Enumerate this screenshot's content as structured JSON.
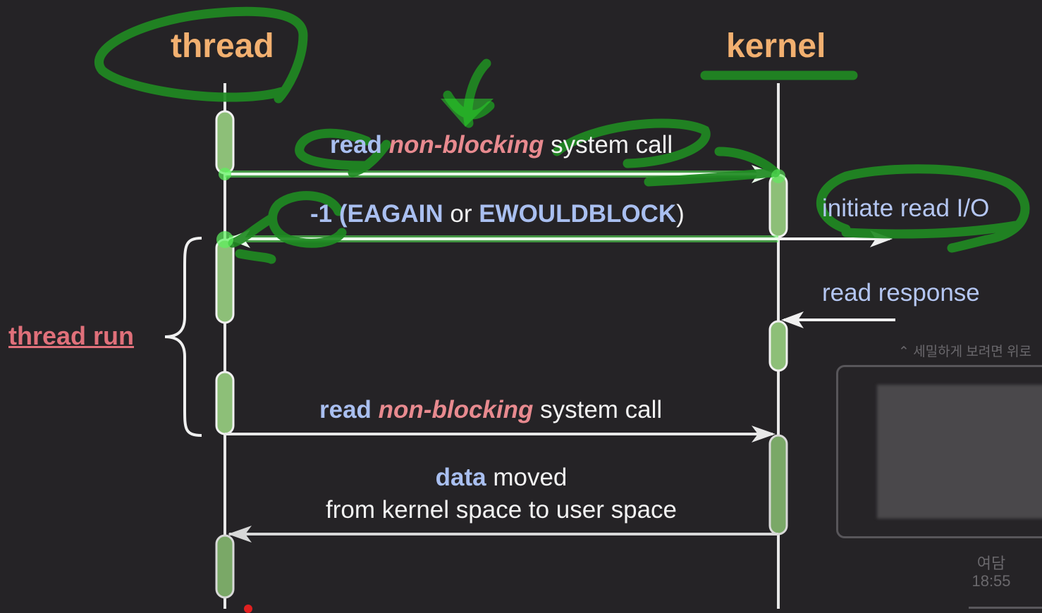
{
  "diagram": {
    "actors": [
      {
        "name": "thread"
      },
      {
        "name": "kernel"
      }
    ],
    "messages": [
      {
        "id": "syscall1",
        "parts": {
          "verb": "read",
          "mode": "non-blocking",
          "rest": "system call"
        },
        "direction": "thread-to-kernel",
        "highlighted": true
      },
      {
        "id": "return1",
        "parts": {
          "code": "-1 (",
          "err1": "EAGAIN",
          "or": " or ",
          "err2": "EWOULDBLOCK",
          "close": ")"
        },
        "direction": "kernel-to-thread",
        "highlighted": true
      },
      {
        "id": "initiate",
        "text": "initiate read I/O",
        "direction": "kernel-to-device"
      },
      {
        "id": "response",
        "text": "read response",
        "direction": "device-to-kernel"
      },
      {
        "id": "syscall2",
        "parts": {
          "verb": "read",
          "mode": "non-blocking",
          "rest": "system call"
        },
        "direction": "thread-to-kernel"
      },
      {
        "id": "datamove",
        "parts": {
          "data": "data",
          "moved": " moved",
          "line2": "from kernel space to user space"
        },
        "direction": "kernel-to-thread"
      }
    ],
    "annotations": {
      "thread_run": "thread run"
    },
    "colors": {
      "actor": "#f2b070",
      "keyword_blue": "#a9bff0",
      "keyword_pink": "#e88a8f",
      "activation_fill": "#8dbf78",
      "pen_green": "#1f8a22",
      "highlight_green": "#5cf25c",
      "background": "#252326"
    }
  },
  "player_overlay": {
    "hint": "⌃ 세밀하게 보려면 위로",
    "chapter_title": "여담",
    "chapter_time": "18:55"
  }
}
